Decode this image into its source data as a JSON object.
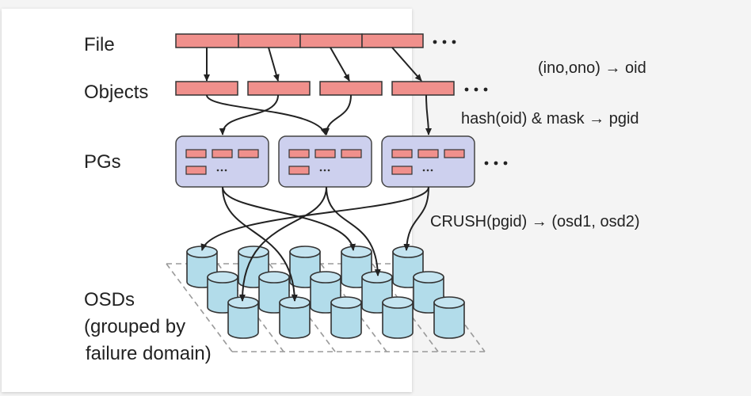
{
  "diagram": {
    "title": "Ceph data placement",
    "layers": {
      "file": "File",
      "objects": "Objects",
      "pgs": "PGs",
      "osds_line1": "OSDs",
      "osds_line2": "(grouped by",
      "osds_line3": "failure domain)"
    },
    "annotations": {
      "oid": "(ino,ono) → oid",
      "pgid": "hash(oid) & mask → pgid",
      "crush": "CRUSH(pgid) → (osd1, osd2)"
    },
    "ellipsis": "…",
    "colors": {
      "object_fill": "#f0908c",
      "pg_fill": "#cdd0ee",
      "osd_fill": "#b2dcea",
      "stroke": "#222222",
      "dashed": "#9a9a9a"
    }
  }
}
